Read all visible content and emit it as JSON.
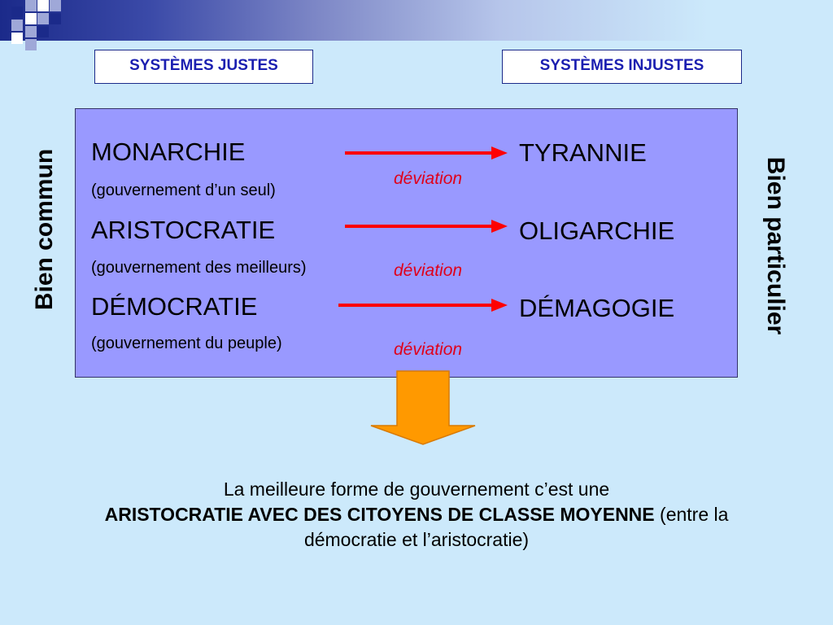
{
  "headers": {
    "left": "SYSTÈMES JUSTES",
    "right": "SYSTÈMES INJUSTES"
  },
  "side_labels": {
    "left": "Bien commun",
    "right": "Bien particulier"
  },
  "rows": [
    {
      "just": "MONARCHIE",
      "just_desc": "(gouvernement d’un seul)",
      "deviation": "déviation",
      "unjust": "TYRANNIE"
    },
    {
      "just": "ARISTOCRATIE",
      "just_desc": "(gouvernement des meilleurs)",
      "deviation": "déviation",
      "unjust": "OLIGARCHIE"
    },
    {
      "just": "DÉMOCRATIE",
      "just_desc": "(gouvernement du peuple)",
      "deviation": "déviation",
      "unjust": "DÉMAGOGIE"
    }
  ],
  "conclusion": {
    "line1": "La meilleure forme de gouvernement c’est une",
    "bold": "ARISTOCRATIE AVEC DES CITOYENS DE CLASSE MOYENNE",
    "tail": " (entre la démocratie et l’aristocratie)"
  },
  "colors": {
    "background": "#cce9fb",
    "panel": "#9999ff",
    "header_text": "#1b1fb0",
    "arrow": "#ff0000",
    "deviation_text": "#e0001a",
    "down_arrow": "#ff9900"
  }
}
